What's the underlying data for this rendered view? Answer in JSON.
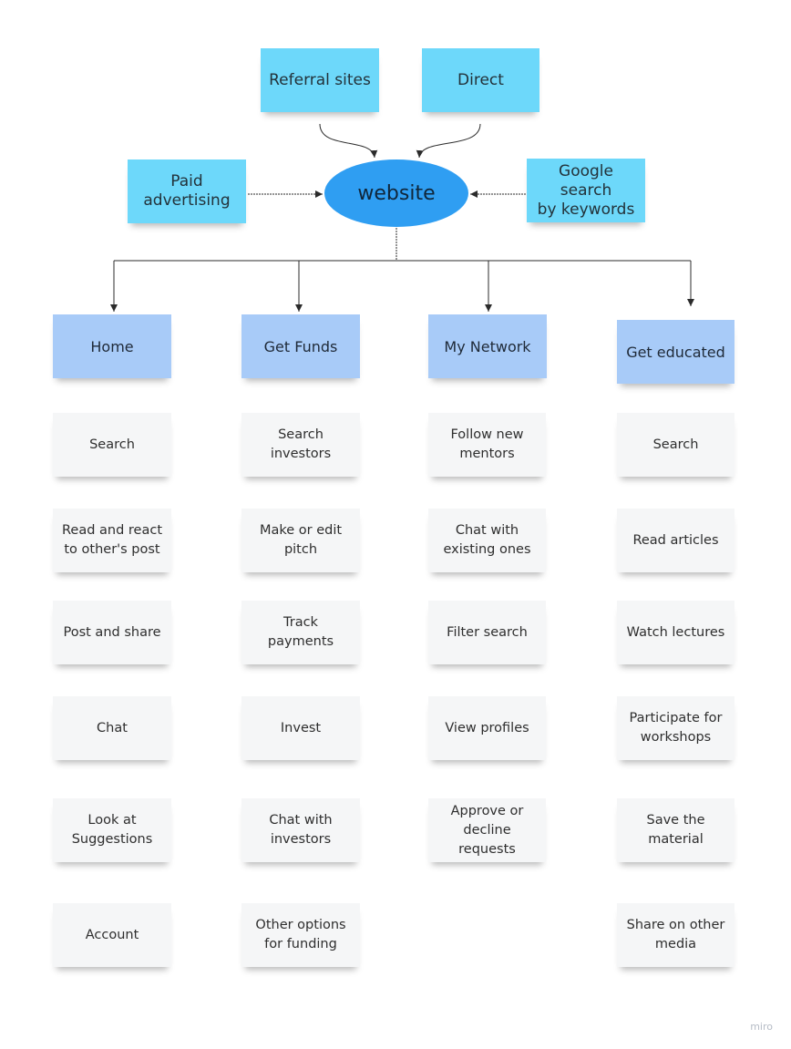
{
  "sources": [
    {
      "key": "referral",
      "label": "Referral sites"
    },
    {
      "key": "direct",
      "label": "Direct"
    },
    {
      "key": "paid",
      "label": "Paid\nadvertising"
    },
    {
      "key": "google",
      "label": "Google search\nby keywords"
    }
  ],
  "hub": {
    "label": "website"
  },
  "columns": [
    {
      "key": "home",
      "title": "Home",
      "items": [
        "Search",
        "Read and react\nto other's  post",
        "Post and share",
        "Chat",
        "Look at\nSuggestions",
        "Account"
      ]
    },
    {
      "key": "funds",
      "title": "Get Funds",
      "items": [
        "Search\ninvestors",
        "Make or edit\npitch",
        "Track payments",
        "Invest",
        "Chat with\ninvestors",
        "Other options\nfor funding"
      ]
    },
    {
      "key": "network",
      "title": "My Network",
      "items": [
        "Follow new\nmentors",
        "Chat with\nexisting ones",
        "Filter search",
        "View profiles",
        "Approve or\ndecline requests"
      ]
    },
    {
      "key": "educated",
      "title": "Get educated",
      "items": [
        "Search",
        "Read articles",
        "Watch lectures",
        "Participate for\nworkshops",
        "Save the\nmaterial",
        "Share on other\nmedia"
      ]
    }
  ],
  "colors": {
    "source_note": "#6dd8fa",
    "category_note": "#a8cbf8",
    "item_note": "#f5f6f7",
    "hub": "#2f9ef2",
    "connector": "#2b2b2b"
  },
  "brand": {
    "label": "miro"
  }
}
